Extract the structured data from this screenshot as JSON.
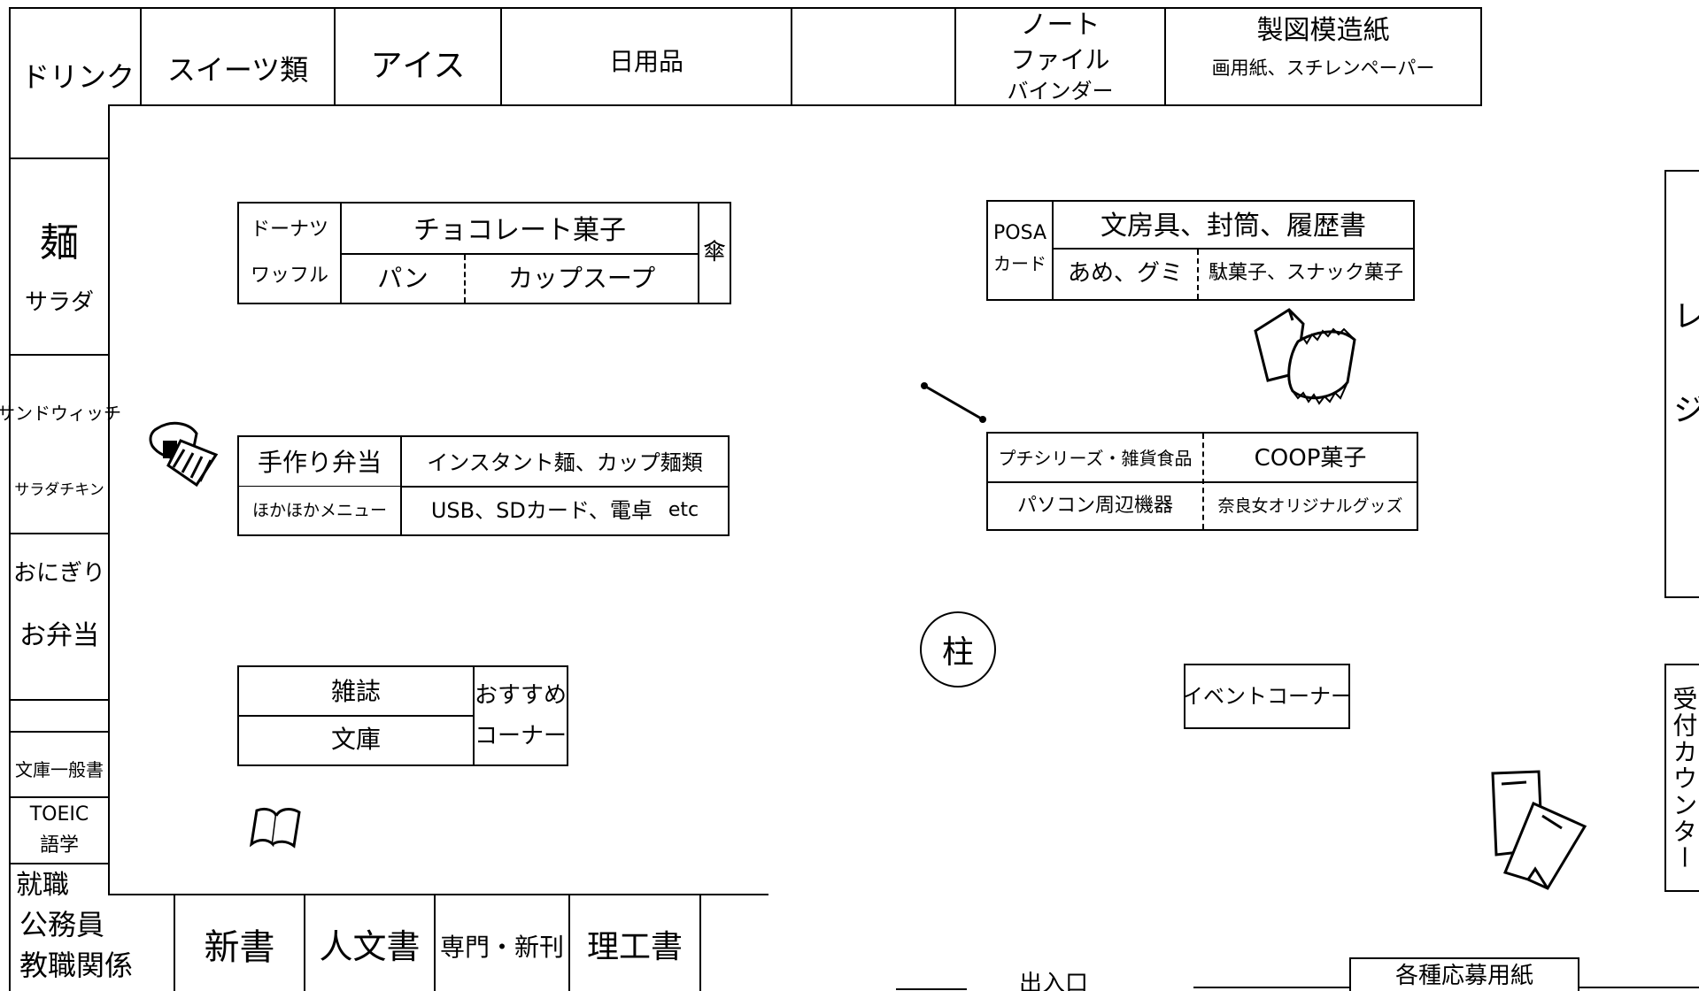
{
  "top_wall": {
    "drink": "ドリンク",
    "sweets": "スイーツ類",
    "ice": "アイス",
    "daily_goods": "日用品",
    "notebook": "ノート",
    "file": "ファイル",
    "binder": "バインダー",
    "drafting_paper": "製図模造紙",
    "drawing_paper": "画用紙、スチレンペーパー"
  },
  "left_wall": {
    "noodles": "麺",
    "salad": "サラダ",
    "sandwich": "サンドウィッチ",
    "salad_chicken": "サラダチキン",
    "onigiri": "おにぎり",
    "bento": "お弁当",
    "paperback_general": "文庫一般書",
    "toeic": "TOEIC",
    "language": "語学",
    "job_hunting": "就職",
    "civil_servant": "公務員",
    "teaching_jobs": "教職関係"
  },
  "bottom_wall": {
    "shinsho": "新書",
    "humanities": "人文書",
    "specialty_new": "専門・新刊",
    "science_engineering": "理工書",
    "entrance": "出入口",
    "application_forms": "各種応募用紙"
  },
  "right_wall": {
    "register": "レジ",
    "reception_counter": "受付カウンター"
  },
  "shelf_a": {
    "donut": "ドーナツ",
    "waffle": "ワッフル",
    "chocolate": "チョコレート菓子",
    "bread": "パン",
    "cup_soup": "カップスープ",
    "umbrella": "傘"
  },
  "shelf_b": {
    "handmade_bento": "手作り弁当",
    "hokahoka_menu": "ほかほかメニュー",
    "instant_noodles": "インスタント麺、カップ麺類",
    "usb_sd": "USB、SDカード、電卓",
    "etc": "etc"
  },
  "shelf_c": {
    "magazines": "雑誌",
    "paperbacks": "文庫",
    "recommended": "おすすめ",
    "corner": "コーナー"
  },
  "shelf_d": {
    "posa": "POSA",
    "card": "カード",
    "stationery": "文房具、封筒、履歴書",
    "candy": "あめ、グミ",
    "snacks": "駄菓子、スナック菓子"
  },
  "shelf_e": {
    "petit_series": "プチシリーズ・雑貨食品",
    "coop_snacks": "COOP菓子",
    "pc_devices": "パソコン周辺機器",
    "nara_goods": "奈良女オリジナルグッズ"
  },
  "pillar": "柱",
  "event_corner": "イベントコーナー",
  "icons": [
    "onigiri-icon",
    "book-icon",
    "snack-bag-icon",
    "paper-sheets-icon"
  ]
}
